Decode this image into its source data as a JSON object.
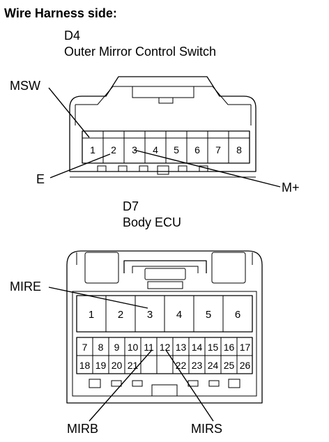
{
  "heading": "Wire Harness side:",
  "connector_d4": {
    "code": "D4",
    "name": "Outer Mirror Control Switch",
    "pins": [
      "1",
      "2",
      "3",
      "4",
      "5",
      "6",
      "7",
      "8"
    ],
    "callouts": {
      "msw": "MSW",
      "e": "E",
      "m_plus": "M+"
    }
  },
  "connector_d7": {
    "code": "D7",
    "name": "Body ECU",
    "large_pins": [
      "1",
      "2",
      "3",
      "4",
      "5",
      "6"
    ],
    "small_pins_row1": [
      "7",
      "8",
      "9",
      "10",
      "11",
      "12",
      "13",
      "14",
      "15",
      "16",
      "17"
    ],
    "small_pins_row2": [
      "18",
      "19",
      "20",
      "21",
      "",
      "22",
      "23",
      "24",
      "25",
      "26"
    ],
    "callouts": {
      "mire": "MIRE",
      "mirb": "MIRB",
      "mirs": "MIRS"
    }
  }
}
